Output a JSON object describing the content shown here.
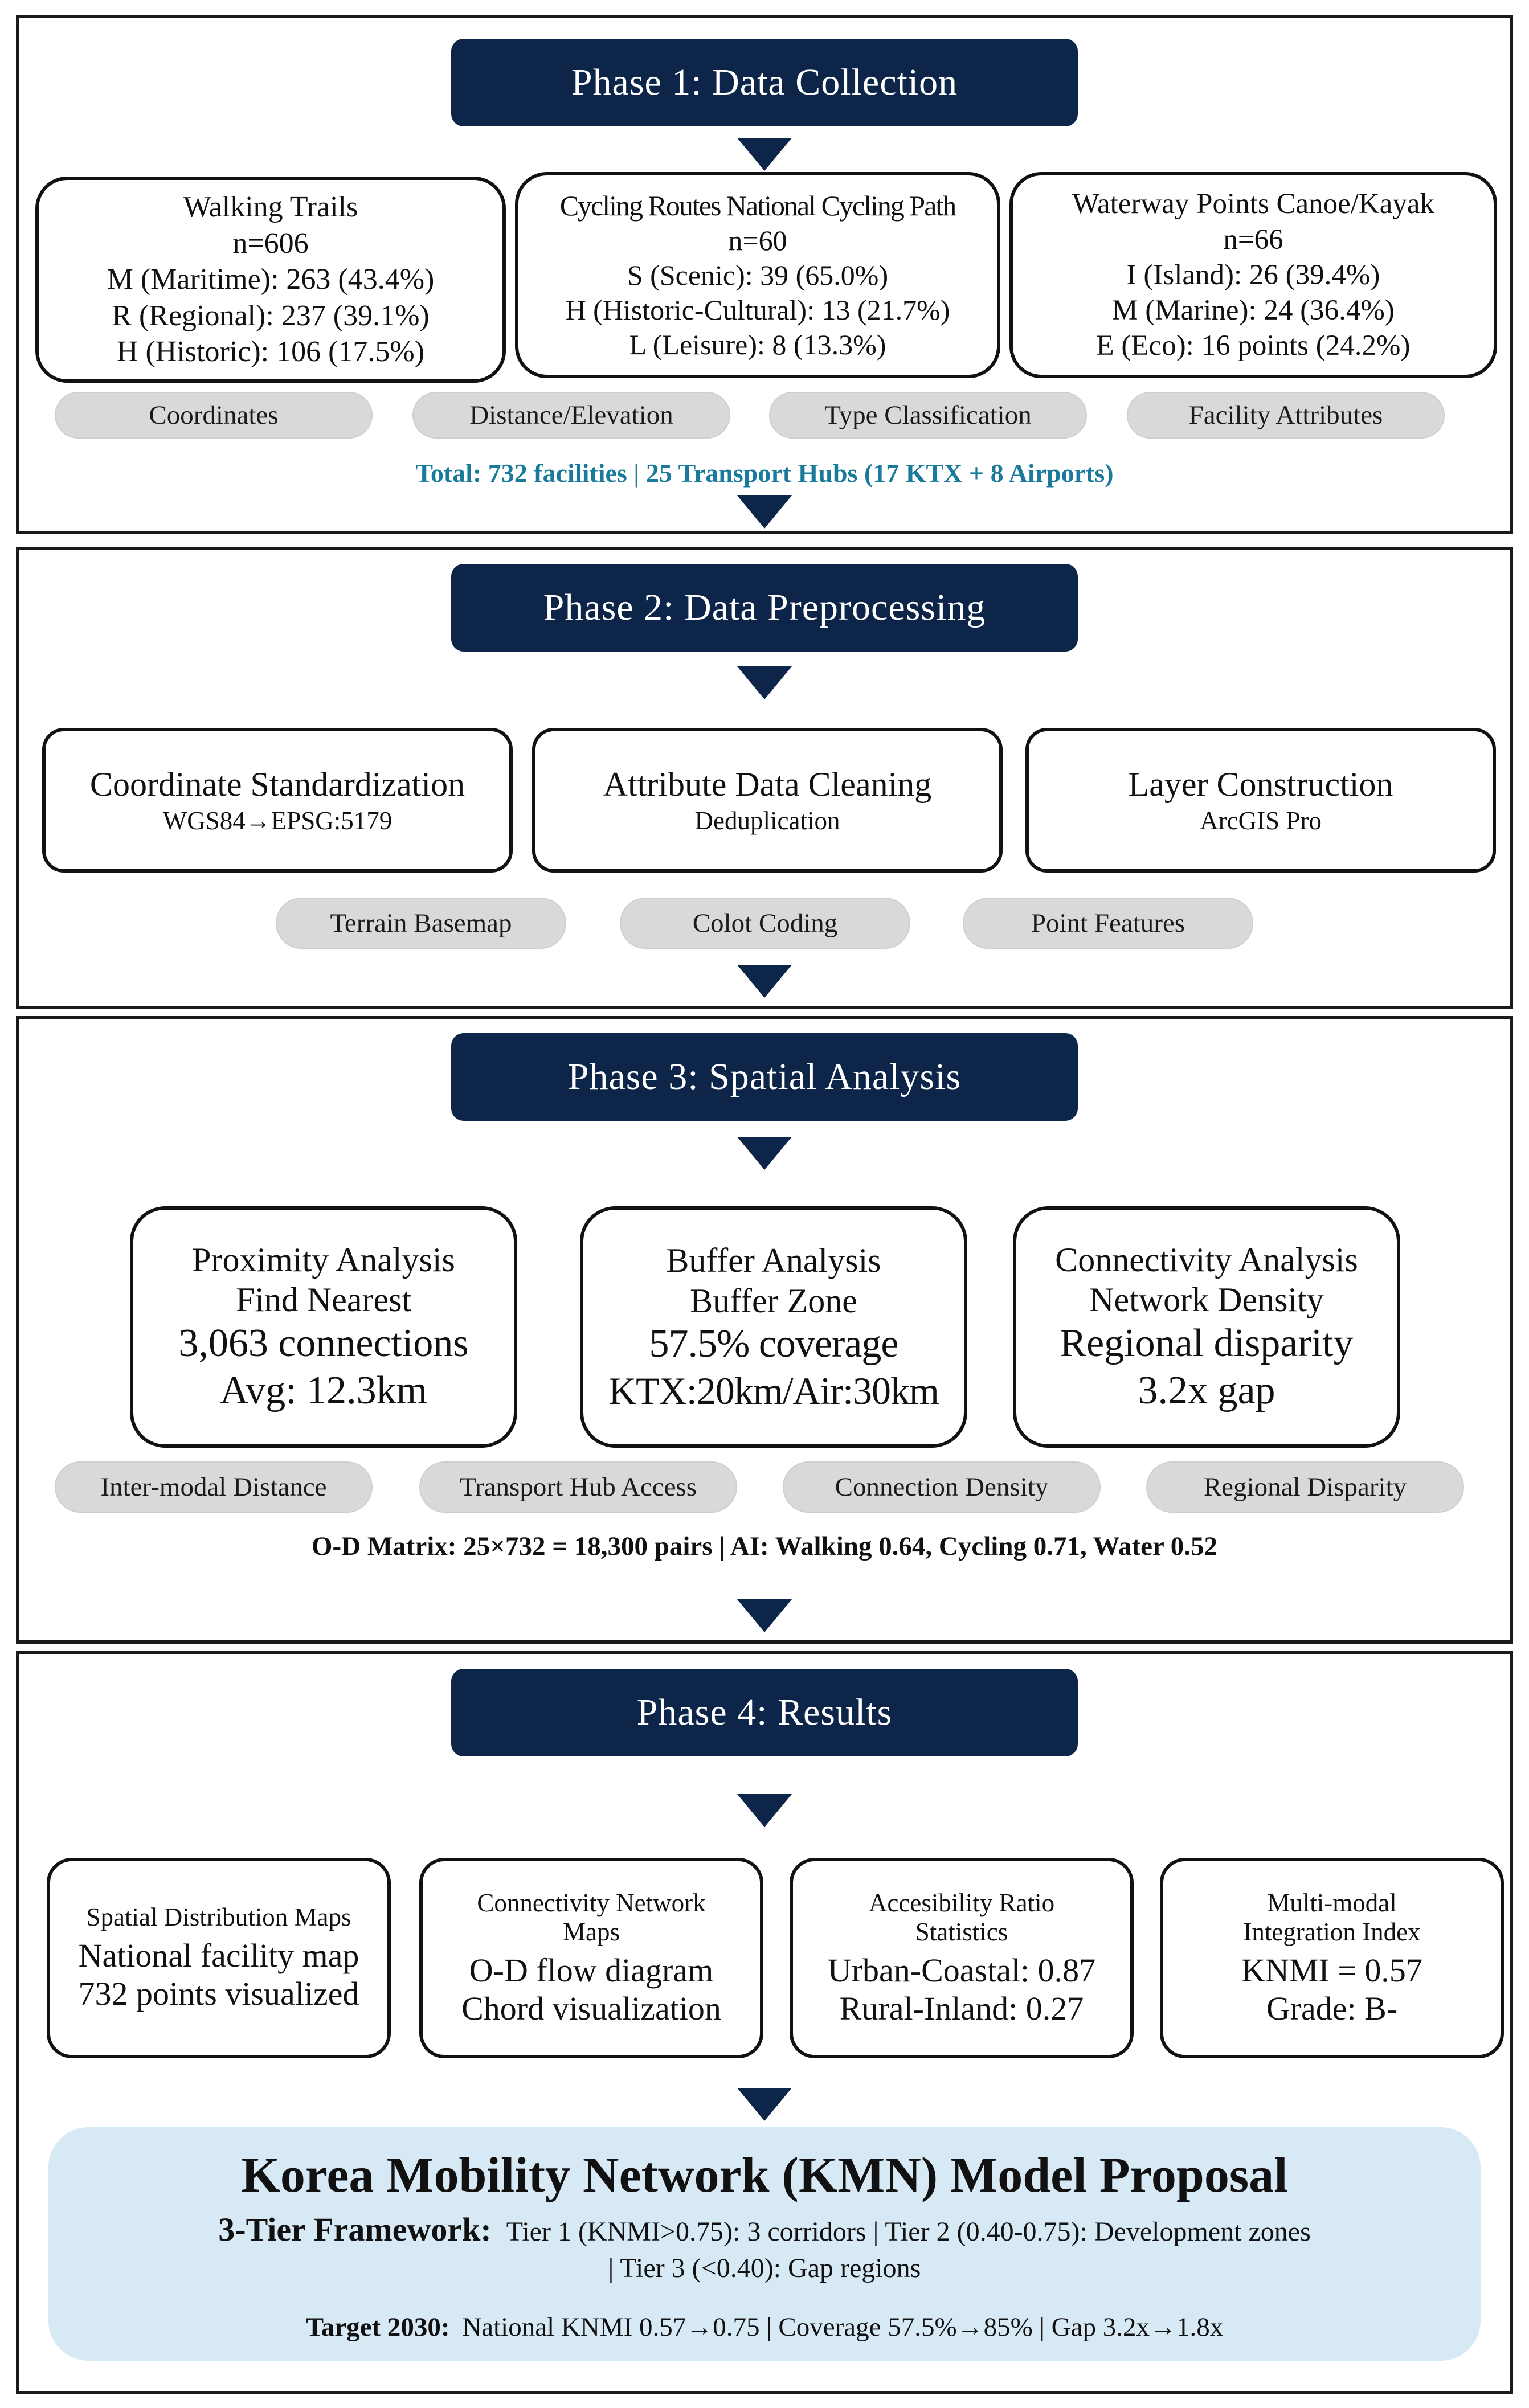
{
  "phase1": {
    "title": "Phase 1: Data Collection",
    "walking": {
      "title": "Walking Trails",
      "n": "n=606",
      "l1": "M (Maritime):  263  (43.4%)",
      "l2": "R (Regional):  237  (39.1%)",
      "l3": "H (Historic):  106  (17.5%)"
    },
    "cycling": {
      "title": "Cycling Routes National Cycling Path",
      "n": "n=60",
      "l1": "S (Scenic):  39  (65.0%)",
      "l2": "H (Historic-Cultural):  13  (21.7%)",
      "l3": "L (Leisure):  8  (13.3%)"
    },
    "waterway": {
      "title": "Waterway Points Canoe/Kayak",
      "n": "n=66",
      "l1": "I (Island):  26  (39.4%)",
      "l2": "M (Marine):  24  (36.4%)",
      "l3": "E (Eco):  16 points  (24.2%)"
    },
    "pills": [
      "Coordinates",
      "Distance/Elevation",
      "Type Classification",
      "Facility Attributes"
    ],
    "total": "Total: 732 facilities | 25 Transport Hubs (17 KTX + 8 Airports)"
  },
  "phase2": {
    "title": "Phase 2: Data Preprocessing",
    "cards": [
      {
        "title": "Coordinate  Standardization",
        "sub": "WGS84→EPSG:5179"
      },
      {
        "title": "Attribute  Data  Cleaning",
        "sub": "Deduplication"
      },
      {
        "title": "Layer  Construction",
        "sub": "ArcGIS Pro"
      }
    ],
    "pills": [
      "Terrain Basemap",
      "Colot Coding",
      "Point Features"
    ]
  },
  "phase3": {
    "title": "Phase 3: Spatial Analysis",
    "cards": [
      {
        "l1": "Proximity  Analysis",
        "l2": "Find Nearest",
        "l3": "3,063  connections",
        "l4": "Avg:  12.3km"
      },
      {
        "l1": "Buffer  Analysis",
        "l2": "Buffer  Zone",
        "l3": "57.5% coverage",
        "l4": "KTX:20km/Air:30km"
      },
      {
        "l1": "Connectivity  Analysis",
        "l2": "Network  Density",
        "l3": "Regional  disparity",
        "l4": "3.2x  gap"
      }
    ],
    "pills": [
      "Inter-modal Distance",
      "Transport Hub Access",
      "Connection Density",
      "Regional Disparity"
    ],
    "note": "O-D Matrix: 25×732 = 18,300 pairs | AI: Walking 0.64, Cycling 0.71, Water 0.52"
  },
  "phase4": {
    "title": "Phase 4: Results",
    "cards": [
      {
        "t1": "Spatial Distribution Maps",
        "t2": "",
        "b1": "National facility map",
        "b2": "732 points visualized"
      },
      {
        "t1": "Connectivity Network",
        "t2": "Maps",
        "b1": "O-D flow diagram",
        "b2": "Chord visualization"
      },
      {
        "t1": "Accesibility Ratio",
        "t2": "Statistics",
        "b1": "Urban-Coastal: 0.87",
        "b2": "Rural-Inland: 0.27"
      },
      {
        "t1": "Multi-modal",
        "t2": "Integration  Index",
        "b1": "KNMI  = 0.57",
        "b2": "Grade: B-"
      }
    ]
  },
  "kmn": {
    "title": "Korea Mobility Network (KMN) Model Proposal",
    "framework_label": "3-Tier Framework:",
    "framework_text": "Tier 1 (KNMI>0.75):  3 corridors | Tier 2 (0.40-0.75): Development zones",
    "framework_text2": "| Tier 3 (<0.40): Gap regions",
    "target_label": "Target 2030:",
    "target_text": "National KNMI  0.57→0.75 | Coverage 57.5%→85% | Gap 3.2x→1.8x"
  },
  "colors": {
    "header": "#0d2548",
    "pill": "#d9d9d9",
    "total_text": "#1a7a9c",
    "kmn_bg": "#d8e9f6"
  }
}
